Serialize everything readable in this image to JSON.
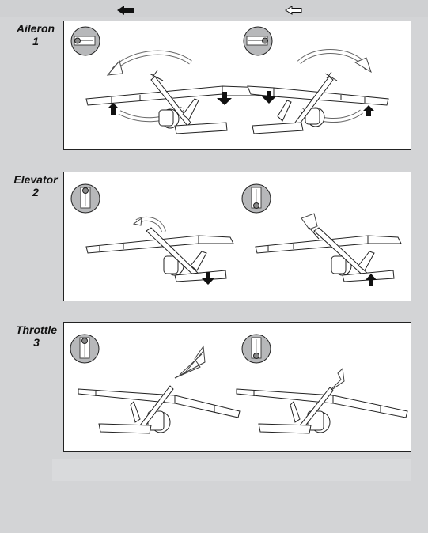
{
  "icons": {
    "left_arrow": "filled-left-arrow-icon",
    "right_arrow": "outlined-left-arrow-icon",
    "stick": "joystick-position-icon",
    "rotation": "roll-rotation-arrow-icon",
    "surface_arrow": "surface-deflection-arrow-icon"
  },
  "colors": {
    "background": "#d3d4d6",
    "panel": "#ffffff",
    "stick_dial": "#b7b8ba",
    "ink": "#111111"
  },
  "sections": [
    {
      "label": "Aileron",
      "number": "1"
    },
    {
      "label": "Elevator",
      "number": "2"
    },
    {
      "label": "Throttle",
      "number": "3"
    }
  ]
}
